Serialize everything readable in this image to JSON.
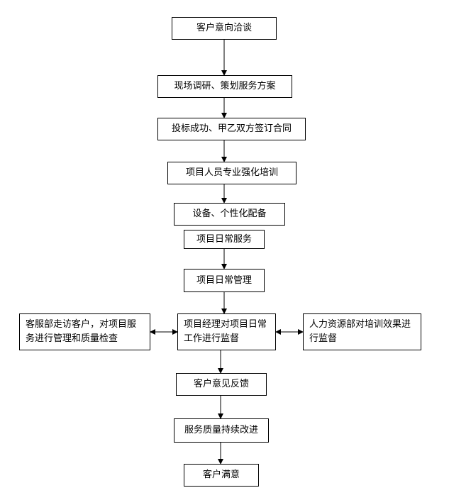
{
  "flow": {
    "steps": [
      "客户意向洽谈",
      "现场调研、策划服务方案",
      "投标成功、甲乙双方签订合同",
      "项目人员专业强化培训",
      "设备、个性化配备",
      "项目日常服务",
      "项目日常管理",
      "项目经理对项目日常工作进行监督",
      "客户意见反馈",
      "服务质量持续改进",
      "客户满意"
    ],
    "left_box": "客服部走访客户，对项目服务进行管理和质量检查",
    "right_box": "人力资源部对培训效果进行监督"
  }
}
